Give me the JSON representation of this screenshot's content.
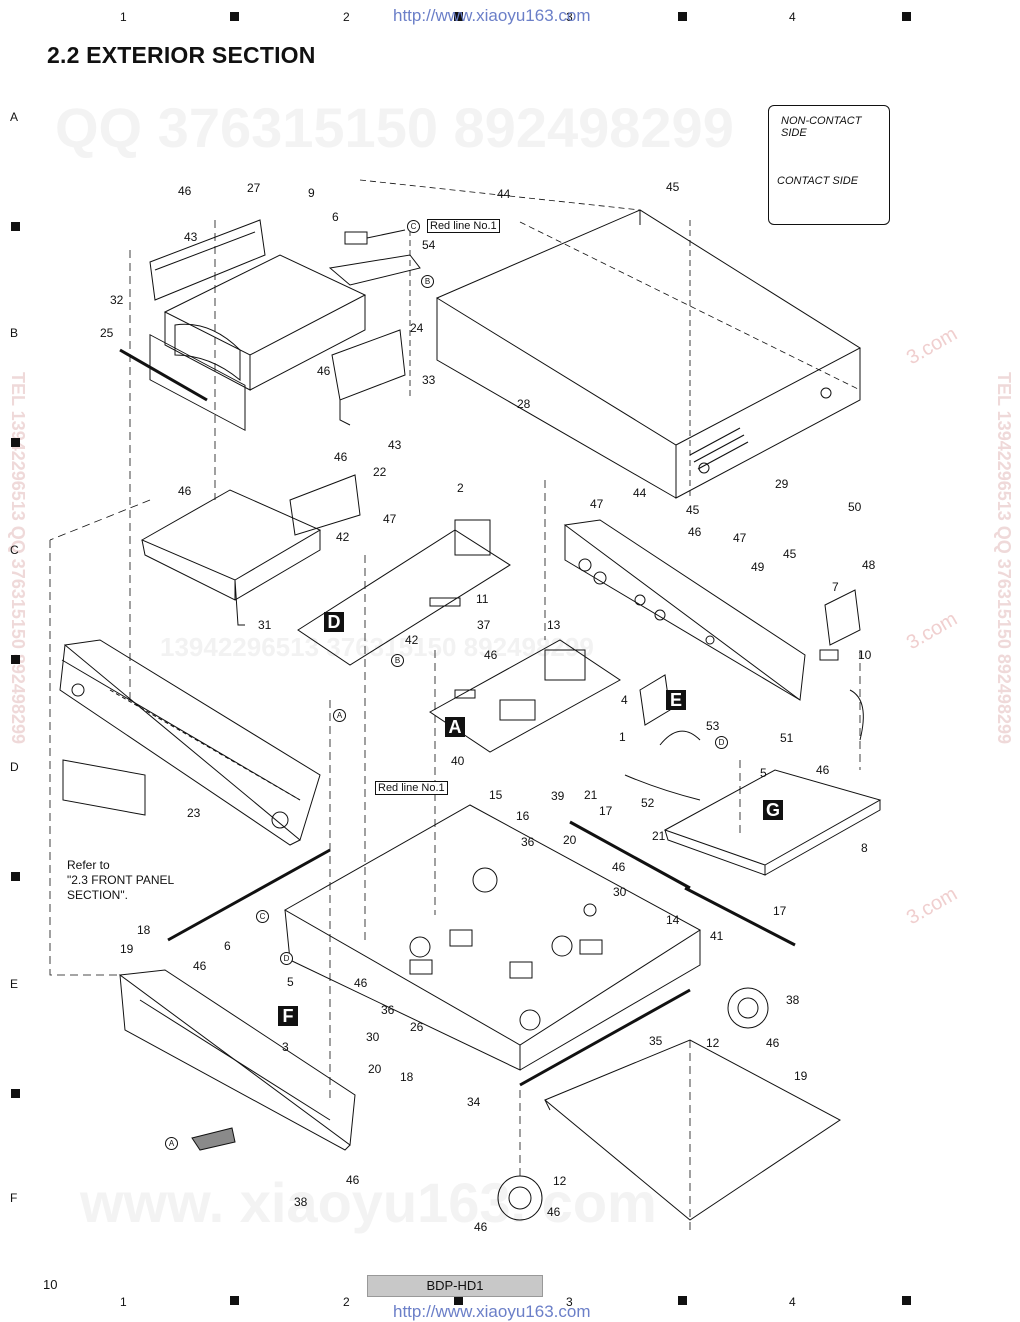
{
  "header": {
    "url_top": "http://www.xiaoyu163.com",
    "url_bottom": "http://www.xiaoyu163.com",
    "section_title": "2.2  EXTERIOR SECTION"
  },
  "grid": {
    "columns": [
      "1",
      "2",
      "3",
      "4"
    ],
    "rows": [
      "A",
      "B",
      "C",
      "D",
      "E",
      "F"
    ]
  },
  "watermarks": {
    "qq_line": "QQ 376315150    892498299",
    "www_line": "www. xiaoyu163. com",
    "side_line": "TEL 13942296513  QQ 376315150  892498299",
    "mid_line": "13942296513    376315150  892498299",
    "red_mark": "3.com"
  },
  "legend": {
    "non_contact": "NON-CONTACT SIDE",
    "contact": "CONTACT SIDE"
  },
  "reference_note": {
    "line1": "Refer to",
    "line2": "\"2.3 FRONT PANEL",
    "line3": " SECTION\"."
  },
  "red_line_label": "Red line No.1",
  "section_tags": [
    "A",
    "D",
    "E",
    "F",
    "G"
  ],
  "circled_letters": [
    "A",
    "B",
    "C",
    "D"
  ],
  "callouts": [
    "46",
    "27",
    "9",
    "6",
    "43",
    "32",
    "54",
    "44",
    "45",
    "25",
    "24",
    "46",
    "33",
    "28",
    "43",
    "46",
    "22",
    "46",
    "2",
    "47",
    "44",
    "29",
    "47",
    "45",
    "47",
    "50",
    "46",
    "42",
    "45",
    "49",
    "48",
    "7",
    "31",
    "11",
    "37",
    "13",
    "42",
    "46",
    "10",
    "4",
    "1",
    "53",
    "51",
    "40",
    "15",
    "39",
    "21",
    "5",
    "46",
    "52",
    "16",
    "36",
    "20",
    "46",
    "30",
    "21",
    "8",
    "17",
    "23",
    "14",
    "18",
    "6",
    "41",
    "17",
    "19",
    "46",
    "5",
    "46",
    "38",
    "36",
    "3",
    "26",
    "12",
    "46",
    "30",
    "20",
    "18",
    "35",
    "19",
    "34",
    "46",
    "38",
    "12",
    "46",
    "46"
  ],
  "footer": {
    "page_number": "10",
    "model": "BDP-HD1"
  },
  "colors": {
    "ink": "#111111",
    "url": "#6b7fc8",
    "footer_fill": "#c8c8c8",
    "watermark": "#f3f3f3"
  }
}
